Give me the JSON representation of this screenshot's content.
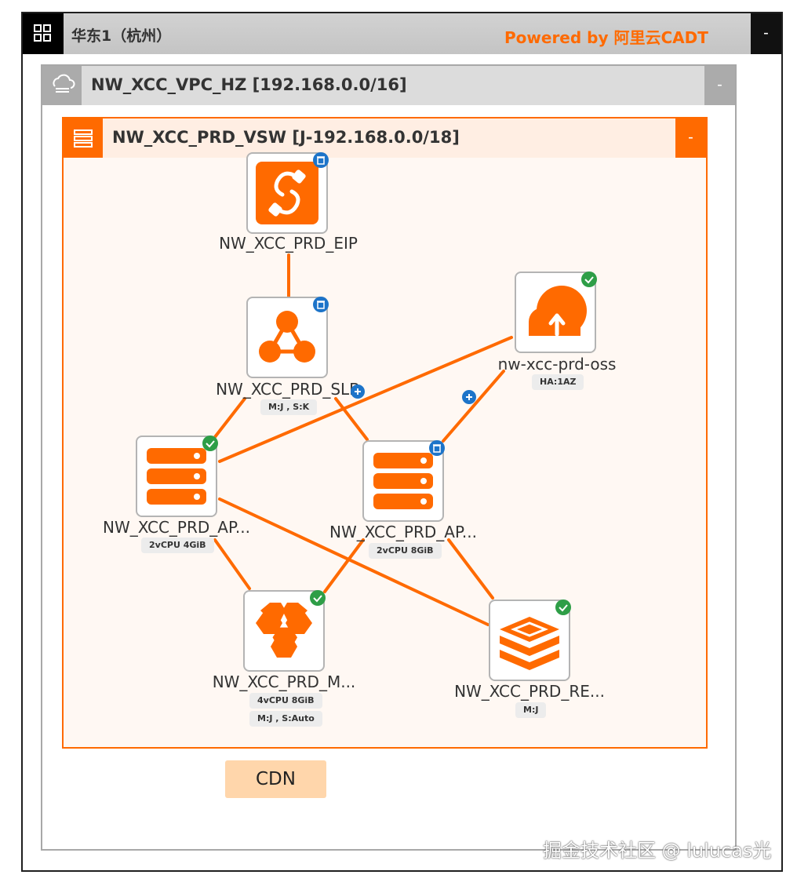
{
  "region": {
    "title": "华东1（杭州）",
    "powered_by": "Powered by 阿里云CADT",
    "collapse": "-",
    "icon": "grid-icon"
  },
  "vpc": {
    "title": "NW_XCC_VPC_HZ [192.168.0.0/16]",
    "collapse": "-",
    "icon": "cloud-icon"
  },
  "vsw": {
    "title": "NW_XCC_PRD_VSW [J-192.168.0.0/18]",
    "collapse": "-",
    "icon": "server-list-icon"
  },
  "nodes": {
    "eip": {
      "name": "NW_XCC_PRD_EIP",
      "icon": "eip-link-icon",
      "status": "delete"
    },
    "slb": {
      "name": "NW_XCC_PRD_SLB",
      "icon": "slb-icon",
      "status": "delete",
      "tags": [
        "M:J , S:K"
      ]
    },
    "oss": {
      "name": "nw-xcc-prd-oss",
      "icon": "oss-icon",
      "status": "ok",
      "tags": [
        "HA:1AZ"
      ]
    },
    "app1": {
      "name": "NW_XCC_PRD_AP...",
      "icon": "ecs-icon",
      "status": "ok",
      "tags": [
        "2vCPU  4GiB"
      ]
    },
    "app2": {
      "name": "NW_XCC_PRD_AP...",
      "icon": "ecs-icon",
      "status": "delete",
      "tags": [
        "2vCPU  8GiB"
      ]
    },
    "mysql": {
      "name": "NW_XCC_PRD_M...",
      "icon": "rds-icon",
      "status": "ok",
      "tags": [
        "4vCPU  8GiB",
        "M:J , S:Auto"
      ]
    },
    "redis": {
      "name": "NW_XCC_PRD_RE...",
      "icon": "redis-icon",
      "status": "ok",
      "tags": [
        "M:J"
      ]
    }
  },
  "cdn": {
    "label": "CDN"
  },
  "watermark": "掘金技术社区 @ lulucas光",
  "colors": {
    "accent": "#ff6a00",
    "status_ok": "#2e9e47",
    "status_delete": "#1d74c9",
    "cdn_fill": "#ffd6ab"
  }
}
